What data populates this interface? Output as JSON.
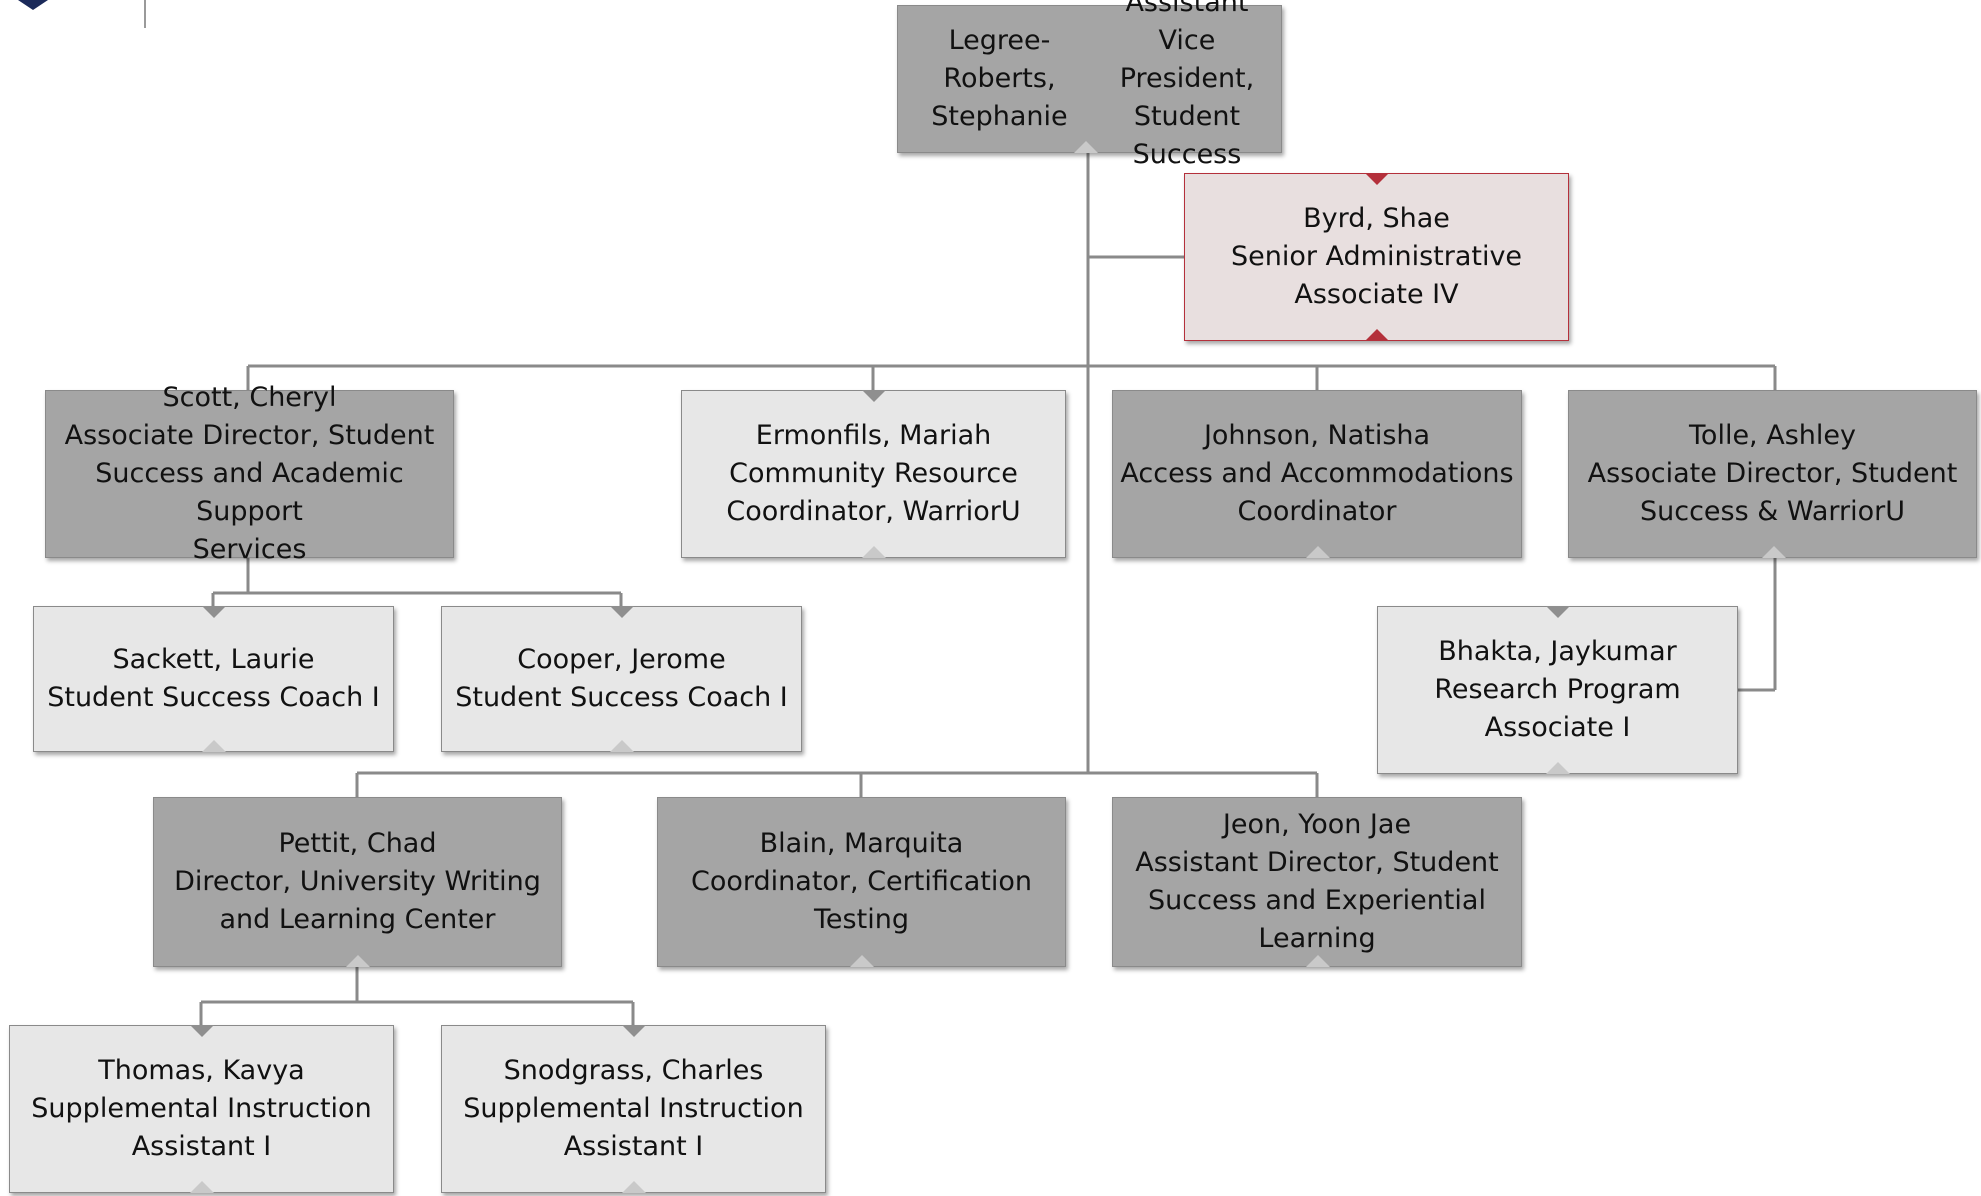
{
  "colors": {
    "dark": "#a5a5a5",
    "light": "#e7e7e7",
    "accent_fill": "#e8dfdf",
    "accent_border": "#b4303b",
    "connector": "#8a8a8a"
  },
  "nodes": {
    "legree": {
      "name": "Legree-Roberts, Stephanie",
      "title": "Assistant Vice President,\nStudent Success"
    },
    "byrd": {
      "name": "Byrd, Shae",
      "title": "Senior Administrative\nAssociate IV"
    },
    "scott": {
      "name": "Scott, Cheryl",
      "title": "Associate Director, Student\nSuccess and Academic Support\nServices"
    },
    "ermonfils": {
      "name": "Ermonfils, Mariah",
      "title": "Community Resource\nCoordinator, WarriorU"
    },
    "johnson": {
      "name": "Johnson, Natisha",
      "title": "Access and Accommodations\nCoordinator"
    },
    "tolle": {
      "name": "Tolle, Ashley",
      "title": "Associate Director, Student\nSuccess & WarriorU"
    },
    "sackett": {
      "name": "Sackett, Laurie",
      "title": "Student Success Coach I"
    },
    "cooper": {
      "name": "Cooper, Jerome",
      "title": "Student Success Coach I"
    },
    "bhakta": {
      "name": "Bhakta, Jaykumar",
      "title": "Research Program\nAssociate I"
    },
    "pettit": {
      "name": "Pettit, Chad",
      "title": "Director, University Writing\nand Learning Center"
    },
    "blain": {
      "name": "Blain, Marquita",
      "title": "Coordinator, Certification\nTesting"
    },
    "jeon": {
      "name": "Jeon, Yoon Jae",
      "title": "Assistant Director, Student\nSuccess and Experiential\nLearning"
    },
    "thomas": {
      "name": "Thomas, Kavya",
      "title": "Supplemental Instruction\nAssistant I"
    },
    "snodgrass": {
      "name": "Snodgrass, Charles",
      "title": "Supplemental Instruction\nAssistant I"
    }
  }
}
